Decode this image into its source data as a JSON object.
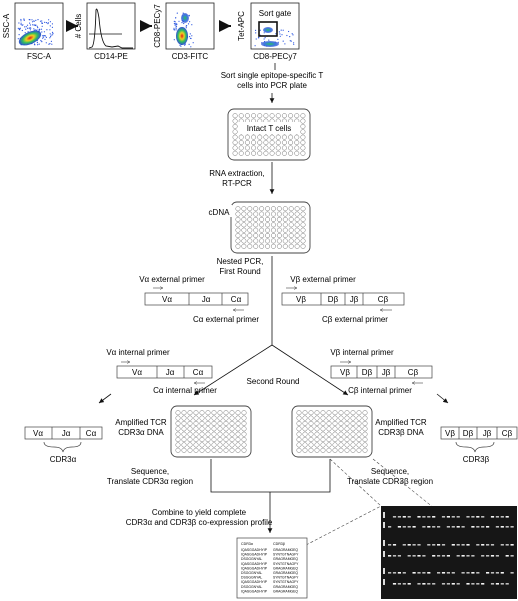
{
  "flow_panels": {
    "panel1": {
      "ylabel": "SSC-A",
      "xlabel": "FSC-A"
    },
    "panel2": {
      "ylabel": "# Cells",
      "xlabel": "CD14-PE"
    },
    "panel3": {
      "ylabel": "CD8-PECy7",
      "xlabel": "CD3-FITC"
    },
    "panel4": {
      "ylabel": "Tet-APC",
      "xlabel": "CD8-PECy7",
      "gate_label": "Sort gate"
    }
  },
  "steps": {
    "sort_line1": "Sort single epitope-specific T",
    "sort_line2": "cells into PCR plate",
    "intact_label": "Intact T cells",
    "rna_line1": "RNA extraction,",
    "rna_line2": "RT-PCR",
    "cdna_label": "cDNA",
    "nested_line1": "Nested PCR,",
    "nested_line2": "First Round",
    "second_round": "Second Round"
  },
  "alpha": {
    "ext_primer": "Vα external primer",
    "ext_rev_primer": "Cα external primer",
    "int_primer": "Vα internal primer",
    "int_rev_primer": "Cα internal primer",
    "segments": [
      "Vα",
      "Jα",
      "Cα"
    ],
    "amplified_line1": "Amplified TCR",
    "amplified_line2": "CDR3α DNA",
    "cdr3_label": "CDR3α",
    "sequence_line1": "Sequence,",
    "sequence_line2": "Translate CDR3α region"
  },
  "beta": {
    "ext_primer": "Vβ external primer",
    "ext_rev_primer": "Cβ external primer",
    "int_primer": "Vβ internal primer",
    "int_rev_primer": "Cβ internal primer",
    "segments": [
      "Vβ",
      "Dβ",
      "Jβ",
      "Cβ"
    ],
    "amplified_line1": "Amplified TCR",
    "amplified_line2": "CDR3β DNA",
    "cdr3_label": "CDR3β",
    "sequence_line1": "Sequence,",
    "sequence_line2": "Translate CDR3β region"
  },
  "combine": {
    "line1": "Combine to yield complete",
    "line2": "CDR3α and CDR3β co-expression profile"
  },
  "result_table": {
    "headers": [
      "CDR3α",
      "CDR3β"
    ],
    "rows": [
      [
        "IQASGGADHYIP",
        "GRAGRAMGEQ"
      ],
      [
        "IQASGGADHYIP",
        "SYNTGTNAGFY"
      ],
      [
        "DSGGGNYAL",
        "GRAGRAMGEQ"
      ],
      [
        "IQASGGADHYIP",
        "SYNTGTNAGFY"
      ],
      [
        "IQASGGADHYIP",
        "GRAGRAMGEQ"
      ],
      [
        "DSGGGNYAL",
        "GRAGRAMGEQ"
      ],
      [
        "DSGGGNYAL",
        "SYNTGTNAGFY"
      ],
      [
        "IQASGGADHYIP",
        "SYNTGTNAGFY"
      ],
      [
        "DSGGGNYAL",
        "GRAGRAMGEQ"
      ],
      [
        "IQASGGADHYIP",
        "GRAGRAMGEQ"
      ]
    ]
  },
  "colors": {
    "accent_blue": "#1d3fd0",
    "flow_red": "#e01818",
    "flow_yellow": "#f0d020",
    "gel_bg": "#161616"
  }
}
